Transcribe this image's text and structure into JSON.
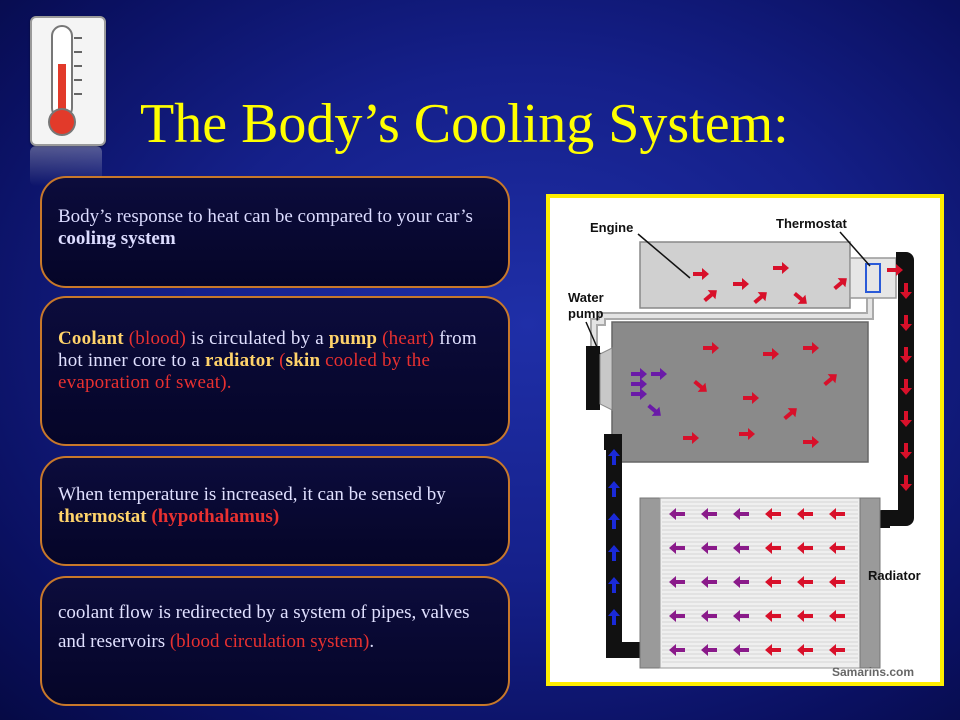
{
  "title": "The Body’s Cooling System:",
  "boxes": [
    {
      "parts": [
        {
          "t": "Body’s response to heat can be compared to your car’s "
        },
        {
          "t": "cooling system",
          "s": "bold"
        }
      ]
    },
    {
      "parts": [
        {
          "t": "Coolant",
          "s": "hl"
        },
        {
          "t": " "
        },
        {
          "t": "(blood)",
          "s": "red"
        },
        {
          "t": " is circulated by a "
        },
        {
          "t": "pump",
          "s": "hl"
        },
        {
          "t": " "
        },
        {
          "t": "(heart)",
          "s": "red"
        },
        {
          "t": " from hot inner core to a "
        },
        {
          "t": "radiator",
          "s": "hl"
        },
        {
          "t": " "
        },
        {
          "t": "(",
          "s": "red"
        },
        {
          "t": "skin",
          "s": "hl"
        },
        {
          "t": " cooled by the evaporation of sweat).",
          "s": "red"
        }
      ]
    },
    {
      "parts": [
        {
          "t": "When temperature is increased, it can be sensed by "
        },
        {
          "t": "thermostat",
          "s": "hl"
        },
        {
          "t": " "
        },
        {
          "t": "(hypothalamus)",
          "s": "red bold"
        }
      ]
    },
    {
      "parts": [
        {
          "t": "coolant flow is redirected by a system of pipes, valves and reservoirs "
        },
        {
          "t": "(blood circulation system)",
          "s": "red"
        },
        {
          "t": "."
        }
      ]
    }
  ],
  "diagram": {
    "labels": {
      "engine": "Engine",
      "thermostat": "Thermostat",
      "water_pump": [
        "Water",
        "pump"
      ],
      "radiator": "Radiator",
      "credit": "Samarins.com"
    },
    "colors": {
      "hot_arrow": "#d8102a",
      "mixed_arrow": "#8a1a8a",
      "cold_arrow": "#6a1aa8",
      "return_arrow": "#1a2ad8",
      "engine_upper": "#cfcfcf",
      "engine_block": "#8c8c8c",
      "pipe_dark": "#111111"
    }
  }
}
